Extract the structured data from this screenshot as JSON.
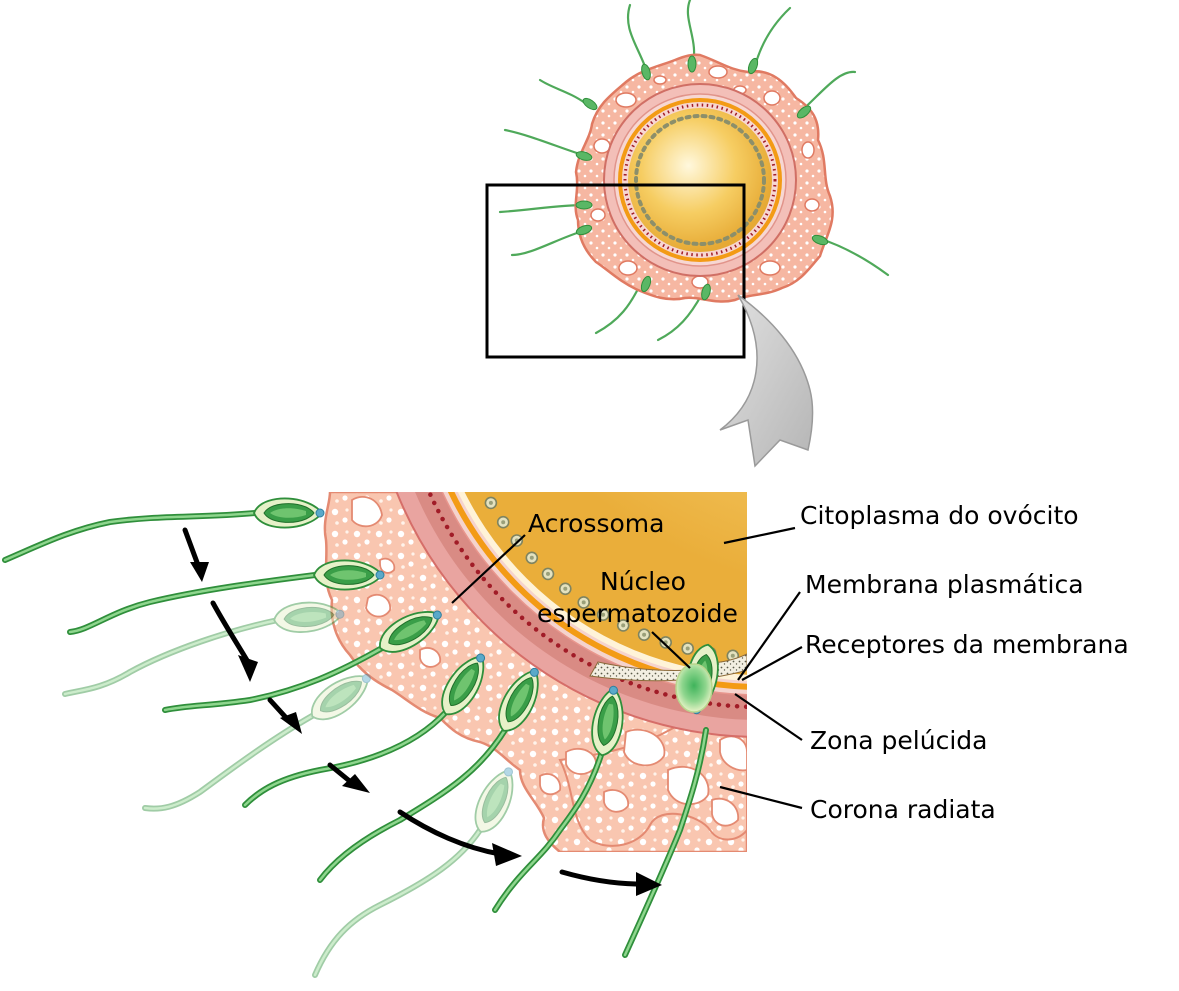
{
  "labels": {
    "acrossoma": "Acrossoma",
    "nucleo_line1": "Núcleo",
    "nucleo_line2": "espermatozoide",
    "citoplasma": "Citoplasma do ovócito",
    "membrana": "Membrana plasmática",
    "receptores": "Receptores da membrana",
    "zona": "Zona pelúcida",
    "corona": "Corona radiata"
  },
  "colors": {
    "ooplasm_light": "#fff6d8",
    "ooplasm": "#f5c757",
    "ooplasm_dark": "#e8ac35",
    "zona": "#d98b84",
    "zona_inner": "#f3c6c0",
    "corona": "#f6b49d",
    "corona_outline": "#e48a72",
    "corona_dots": "#ffffff",
    "sperm_dark": "#2f8f3b",
    "sperm_light": "#8ccf8c",
    "sperm_faded": "#c4e4c2",
    "granule": "#8c8f6a",
    "membrane_dots": "#a11c27",
    "orange_ring": "#f39b15",
    "arrow_gray": "#c8c8c8"
  }
}
